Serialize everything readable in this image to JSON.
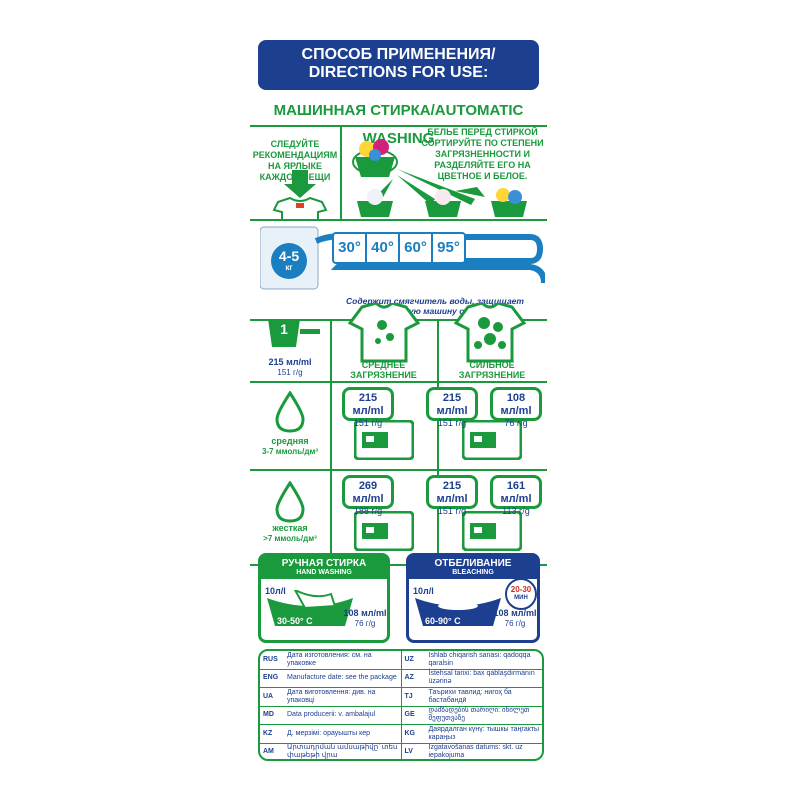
{
  "header": {
    "line1": "СПОСОБ ПРИМЕНЕНИЯ/",
    "line2": "DIRECTIONS FOR USE:",
    "subtitle": "МАШИННАЯ СТИРКА/AUTOMATIC WASHING"
  },
  "labels": {
    "follow": "СЛЕДУЙТЕ РЕКОМЕНДАЦИЯМ НА ЯРЛЫКЕ КАЖДОЙ ВЕЩИ",
    "sort": "БЕЛЬЕ ПЕРЕД СТИРКОЙ СОРТИРУЙТЕ ПО СТЕПЕНИ ЗАГРЯЗНЕННОСТИ И РАЗДЕЛЯЙТЕ ЕГО НА ЦВЕТНОЕ И БЕЛОЕ."
  },
  "machine": {
    "load": "4-5",
    "load_unit": "кг",
    "temperatures": [
      "30°",
      "40°",
      "60°",
      "95°"
    ],
    "note": "Содержит смягчитель воды, защищает стиральную машину от накипи"
  },
  "cap": {
    "number": "1",
    "dose_ml": "215 мл/ml",
    "dose_g": "151 г/g"
  },
  "soil": {
    "medium": "СРЕДНЕЕ ЗАГРЯЗНЕНИЕ",
    "heavy": "СИЛЬНОЕ ЗАГРЯЗНЕНИЕ"
  },
  "water": {
    "medium_label": "средняя",
    "medium_range": "3-7 ммоль/дм³",
    "hard_label": "жесткая",
    "hard_range": ">7 ммоль/дм³"
  },
  "doses": {
    "mm_ml": "215 мл/ml",
    "mm_g": "151 г/g",
    "mh1_ml": "215 мл/ml",
    "mh1_g": "151 г/g",
    "mh2_ml": "108 мл/ml",
    "mh2_g": "76 г/g",
    "hm_ml": "269 мл/ml",
    "hm_g": "188 г/g",
    "hh1_ml": "215 мл/ml",
    "hh1_g": "151 г/g",
    "hh2_ml": "161 мл/ml",
    "hh2_g": "113 г/g"
  },
  "hand": {
    "title": "РУЧНАЯ СТИРКА",
    "subtitle": "HAND WASHING",
    "water": "10л/l",
    "temp": "30-50° C",
    "dose_ml": "108 мл/ml",
    "dose_g": "76 г/g"
  },
  "bleach": {
    "title": "ОТБЕЛИВАНИЕ",
    "subtitle": "BLEACHING",
    "water": "10л/l",
    "time": "20-30",
    "time_unit": "МИН",
    "temp": "60-90° C",
    "dose_ml": "108 мл/ml",
    "dose_g": "76 г/g"
  },
  "info": [
    {
      "code": "RUS",
      "text": "Дата изготовления: см. на упаковке",
      "code2": "UZ",
      "text2": "Ishlab chiqarish sanasi: qadoqqa qaralsin"
    },
    {
      "code": "ENG",
      "text": "Manufacture date: see the package",
      "code2": "AZ",
      "text2": "İstehsal tarixi: bax qablaşdırmanın üzərinə"
    },
    {
      "code": "UA",
      "text": "Дата виготовлення: див. на упаковці",
      "code2": "TJ",
      "text2": "Таърихи тавлид: нигоҳ ба бастабандӣ"
    },
    {
      "code": "MD",
      "text": "Data producerii: v. ambalajul",
      "code2": "GE",
      "text2": "დამზადების თარიღი: იხილეთ შეფუთვაზე"
    },
    {
      "code": "KZ",
      "text": "Д. мерзімі: орауышты кер",
      "code2": "KG",
      "text2": "Даярдалган күнү: тышкы таңгакты караңыз"
    },
    {
      "code": "AM",
      "text": "Արտադրման ամսաթիվը՝ տես փաթեթի վրա",
      "code2": "LV",
      "text2": "Izgatavošanas datums: skt. uz iepakojuma"
    }
  ],
  "colors": {
    "green": "#1a9a3c",
    "navy": "#1d3f8f",
    "blue": "#1a7ec0"
  }
}
